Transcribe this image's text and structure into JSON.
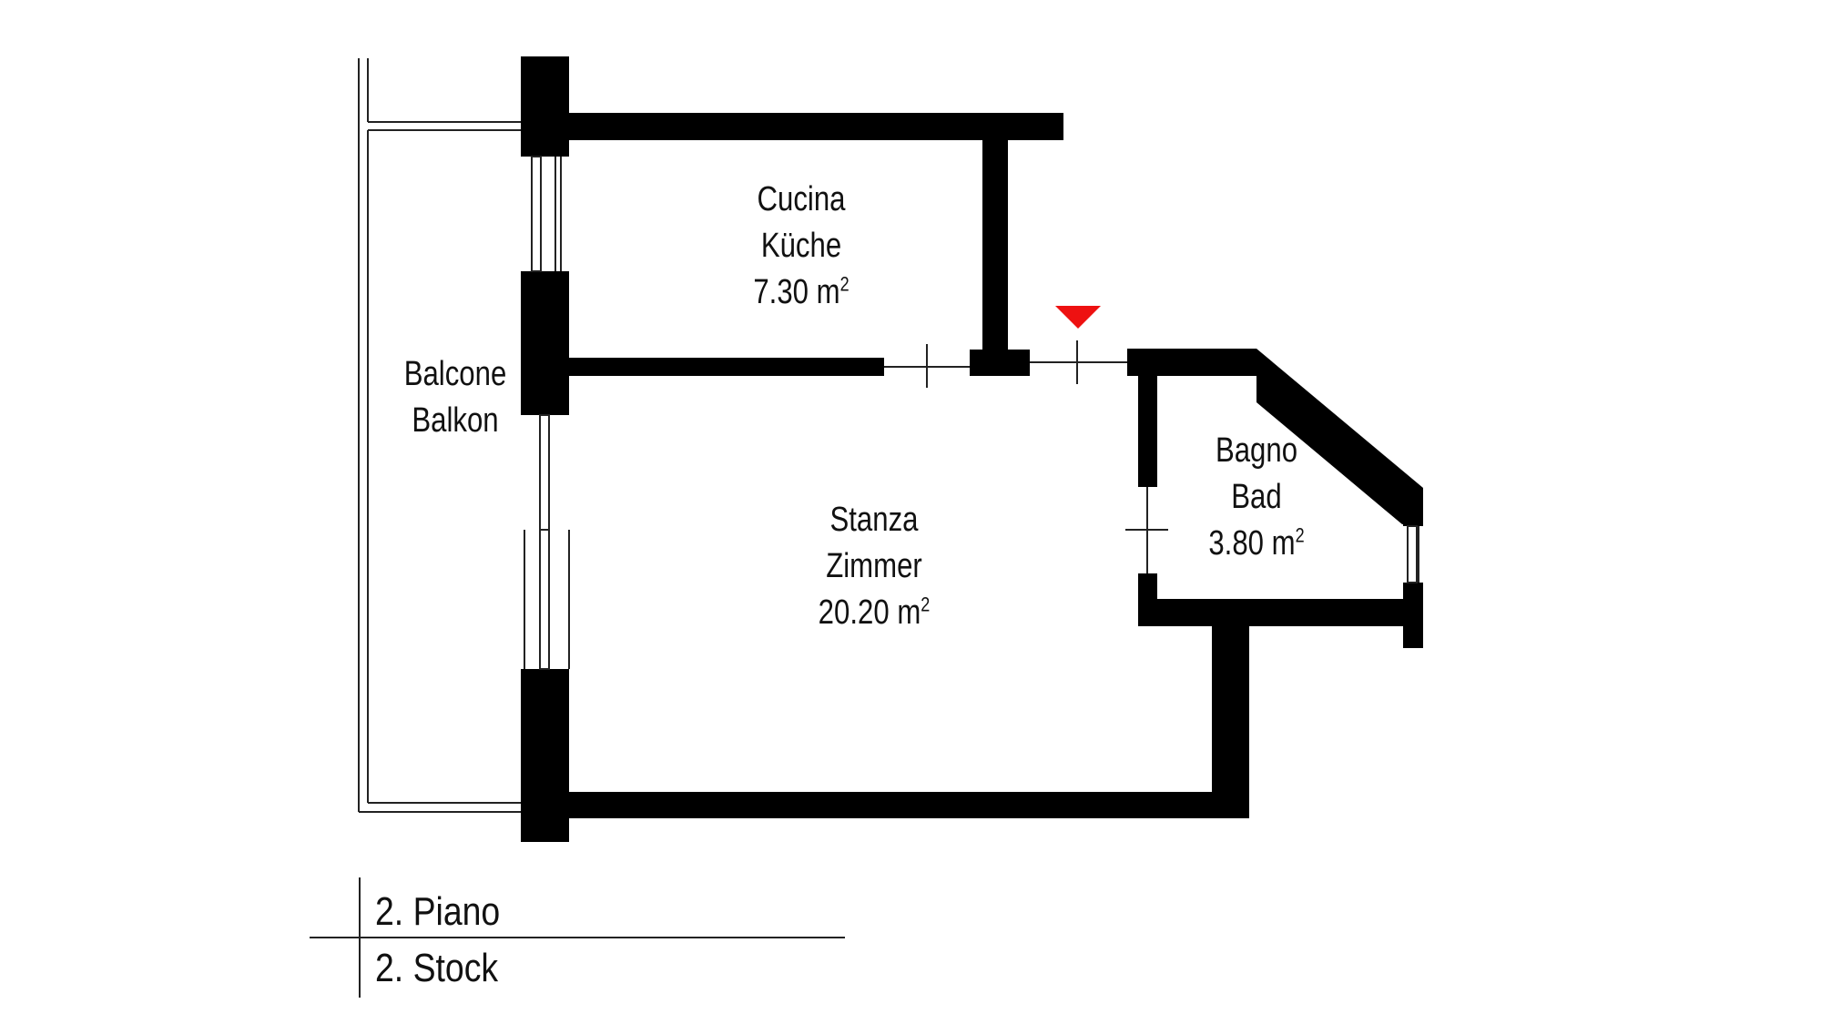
{
  "rooms": {
    "kitchen": {
      "name_it": "Cucina",
      "name_de": "Küche",
      "area": "7.30 m",
      "unit_sup": "2"
    },
    "room": {
      "name_it": "Stanza",
      "name_de": "Zimmer",
      "area": "20.20 m",
      "unit_sup": "2"
    },
    "bath": {
      "name_it": "Bagno",
      "name_de": "Bad",
      "area": "3.80 m",
      "unit_sup": "2"
    },
    "balcony": {
      "name_it": "Balcone",
      "name_de": "Balkon"
    }
  },
  "legend": {
    "floor_it": "2. Piano",
    "floor_de": "2. Stock"
  },
  "colors": {
    "wall": "#000000",
    "entrance_marker": "#ee1111",
    "background": "#ffffff"
  },
  "icons": {
    "entrance": "entrance-triangle-icon"
  }
}
